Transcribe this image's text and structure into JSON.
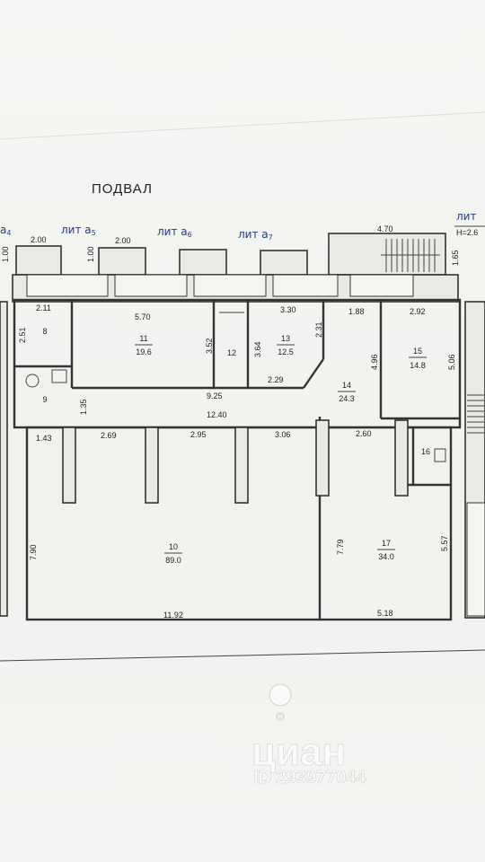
{
  "title": "ПОДВАЛ",
  "lit_labels": [
    "лит а",
    "лит а",
    "лит а",
    "лит а",
    "лит а"
  ],
  "lit_subs": [
    "4",
    "5",
    "6",
    "7"
  ],
  "lit_top_right": "лит",
  "height_note": "H=2.6",
  "rooms": [
    {
      "num": "8",
      "area": ""
    },
    {
      "num": "9",
      "area": ""
    },
    {
      "num": "10",
      "area": "89.0"
    },
    {
      "num": "11",
      "area": "19.6"
    },
    {
      "num": "12",
      "area": ""
    },
    {
      "num": "13",
      "area": "12.5"
    },
    {
      "num": "14",
      "area": "24.3"
    },
    {
      "num": "15",
      "area": "14.8"
    },
    {
      "num": "16",
      "area": ""
    },
    {
      "num": "17",
      "area": "34.0"
    }
  ],
  "dimensions": {
    "d200a": "2.00",
    "d200b": "2.00",
    "d100a": "1.00",
    "d100b": "1.00",
    "d470": "4.70",
    "d165": "1.65",
    "d211": "2.11",
    "d251": "2.51",
    "d570": "5.70",
    "d352": "3.52",
    "d364": "3.64",
    "d330": "3.30",
    "d231": "2.31",
    "d188": "1.88",
    "d292": "2.92",
    "d496": "4.96",
    "d506": "5.06",
    "d229": "2.29",
    "d925": "9.25",
    "d135": "1.35",
    "d1240": "12.40",
    "d143": "1.43",
    "d269": "2.69",
    "d295": "2.95",
    "d306": "3.06",
    "d260": "2.60",
    "d790": "7.90",
    "d779": "7.79",
    "d557": "5.57",
    "d1192": "11.92",
    "d518": "5.18"
  },
  "watermark": {
    "brand": "циан",
    "id": "ID 293977044"
  }
}
